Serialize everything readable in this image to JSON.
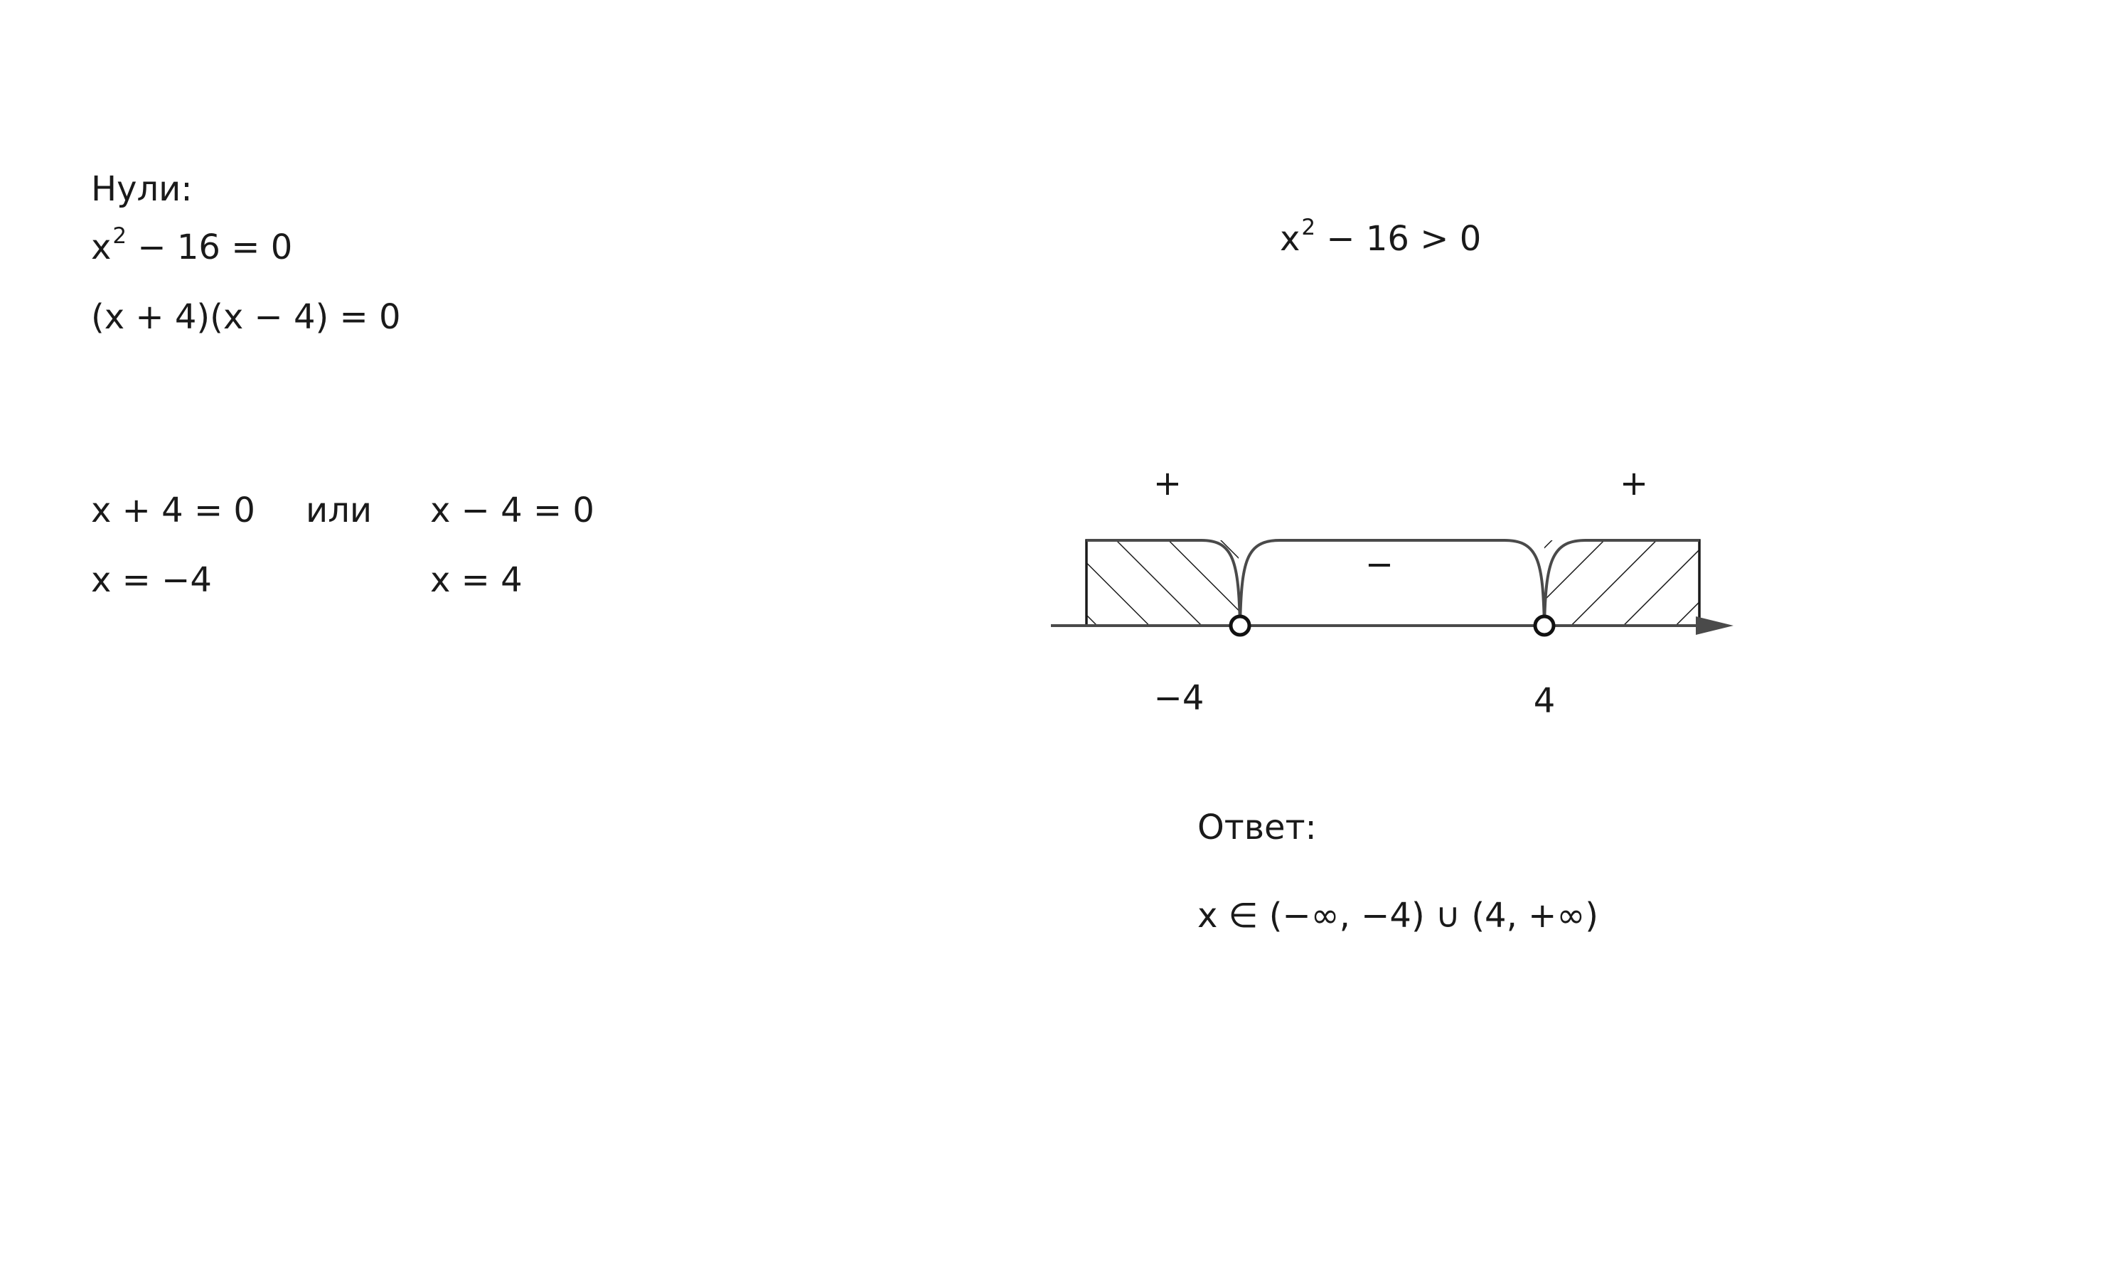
{
  "left": {
    "zeros_label": "Нули:",
    "eq1_base": "x",
    "eq1_exp": "2",
    "eq1_rest": " − 16 = 0",
    "eq2": "(x + 4)(x − 4) = 0",
    "eq3a": "x + 4 = 0",
    "or_word": "или",
    "eq3b": "x − 4 = 0",
    "sol_a": "x = −4",
    "sol_b": "x = 4"
  },
  "right": {
    "ineq_base": "x",
    "ineq_exp": "2",
    "ineq_rest": " − 16 > 0",
    "answer_label": "Ответ:",
    "answer": "x ∈ (−∞, −4) ∪ (4, +∞)"
  },
  "number_line": {
    "points": [
      {
        "value": -4,
        "label": "−4",
        "open": true
      },
      {
        "value": 4,
        "label": "4",
        "open": true
      }
    ],
    "signs": [
      "+",
      "−",
      "+"
    ],
    "shaded_intervals": [
      "(−∞, −4)",
      "(4, +∞)"
    ]
  }
}
